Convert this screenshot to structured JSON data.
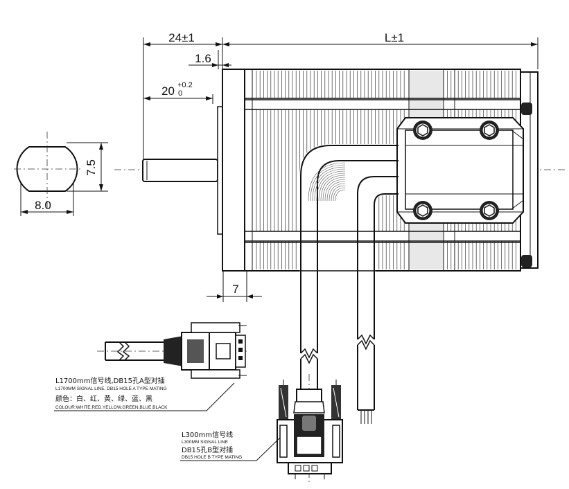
{
  "dimensions": {
    "shaft_length": "24±1",
    "body_length": "L±1",
    "flange_thickness": "1.6",
    "shaft_working_base": "20",
    "shaft_working_tol_upper": "+0.2",
    "shaft_working_tol_lower": "0",
    "shaft_flat": "7.5",
    "shaft_diameter": "8.0",
    "boss_length": "7"
  },
  "notes": {
    "signal_cable": {
      "line1": "L1700mm信号线,DB15孔A型对插",
      "line2": "L1700MM SIGNAL LINE, DB15 HOLE A TYPE MATING",
      "line3": "颜色：白、红、黄、绿、蓝、黑",
      "line4": "COLOUR:WHITE.RED.YELLOW.GREEN.BLUE.BLACK"
    },
    "short_cable": {
      "line1": "L300mm信号线",
      "line2": "L300MM SIGNAL LINE",
      "line3": "DB15孔B型对插",
      "line4": "DB15 HOLE B TYPE MATING"
    }
  }
}
